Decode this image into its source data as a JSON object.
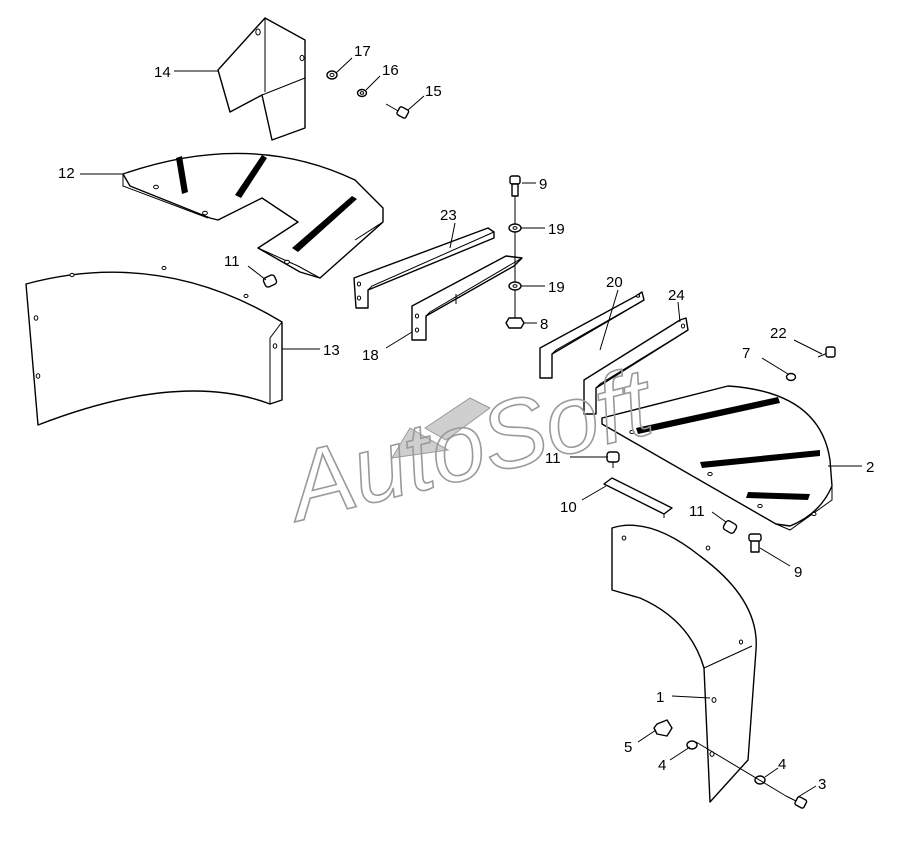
{
  "diagram": {
    "watermark": "AutoSoft",
    "callouts": [
      {
        "id": "c14",
        "label": "14"
      },
      {
        "id": "c17",
        "label": "17"
      },
      {
        "id": "c16",
        "label": "16"
      },
      {
        "id": "c15",
        "label": "15"
      },
      {
        "id": "c12",
        "label": "12"
      },
      {
        "id": "c9a",
        "label": "9"
      },
      {
        "id": "c19a",
        "label": "19"
      },
      {
        "id": "c23",
        "label": "23"
      },
      {
        "id": "c11a",
        "label": "11"
      },
      {
        "id": "c19b",
        "label": "19"
      },
      {
        "id": "c8",
        "label": "8"
      },
      {
        "id": "c13",
        "label": "13"
      },
      {
        "id": "c18",
        "label": "18"
      },
      {
        "id": "c20",
        "label": "20"
      },
      {
        "id": "c24",
        "label": "24"
      },
      {
        "id": "c22",
        "label": "22"
      },
      {
        "id": "c7",
        "label": "7"
      },
      {
        "id": "c11b",
        "label": "11"
      },
      {
        "id": "c2",
        "label": "2"
      },
      {
        "id": "c10",
        "label": "10"
      },
      {
        "id": "c11c",
        "label": "11"
      },
      {
        "id": "c9b",
        "label": "9"
      },
      {
        "id": "c1",
        "label": "1"
      },
      {
        "id": "c5",
        "label": "5"
      },
      {
        "id": "c4a",
        "label": "4"
      },
      {
        "id": "c4b",
        "label": "4"
      },
      {
        "id": "c3",
        "label": "3"
      }
    ]
  }
}
